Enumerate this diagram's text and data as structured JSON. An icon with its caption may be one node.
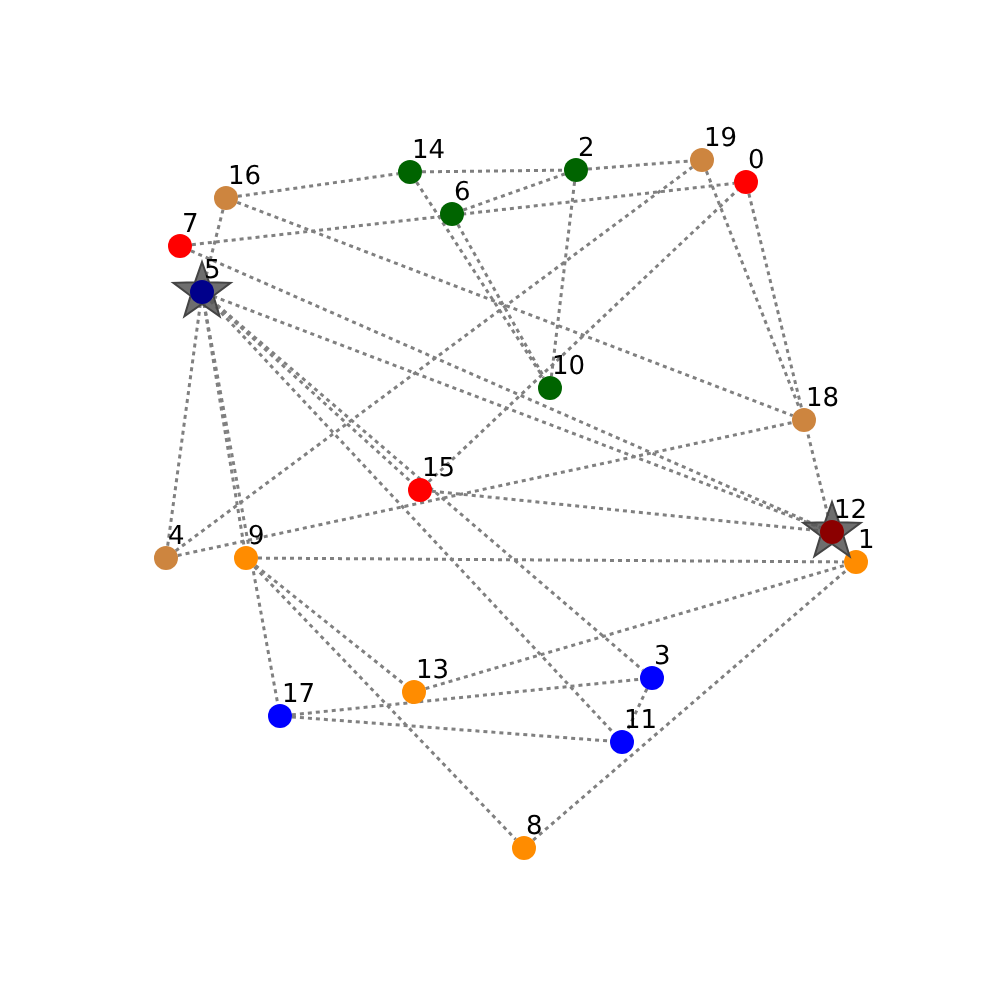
{
  "diagram": {
    "nodes": [
      {
        "text": [
          "0"
        ]
      },
      {
        "text": [
          "1"
        ]
      },
      {
        "text": [
          "2"
        ]
      },
      {
        "text": [
          "3"
        ]
      },
      {
        "text": [
          "4"
        ]
      },
      {
        "text": [
          "5"
        ]
      },
      {
        "text": [
          "6"
        ]
      },
      {
        "text": [
          "7"
        ]
      },
      {
        "text": [
          "8"
        ]
      },
      {
        "text": [
          "9"
        ]
      },
      {
        "text": [
          "10"
        ]
      },
      {
        "text": [
          "11"
        ]
      },
      {
        "text": [
          "12"
        ]
      },
      {
        "text": [
          "13"
        ]
      },
      {
        "text": [
          "14"
        ]
      },
      {
        "text": [
          "15"
        ]
      },
      {
        "text": [
          "16"
        ]
      },
      {
        "text": [
          "17"
        ]
      },
      {
        "text": [
          "18"
        ]
      },
      {
        "text": [
          "19"
        ]
      }
    ],
    "edges": [
      {
        "from": 16,
        "to": 14,
        "arrow": "none",
        "style": "dashed"
      },
      {
        "from": 14,
        "to": 2,
        "arrow": "none",
        "style": "dashed"
      },
      {
        "from": 2,
        "to": 19,
        "arrow": "none",
        "style": "dashed"
      },
      {
        "from": 16,
        "to": 18,
        "arrow": "none",
        "style": "dashed"
      },
      {
        "from": 16,
        "to": 5,
        "arrow": "none",
        "style": "dashed"
      },
      {
        "from": 7,
        "to": 0,
        "arrow": "none",
        "style": "dashed"
      },
      {
        "from": 6,
        "to": 2,
        "arrow": "none",
        "style": "dashed"
      },
      {
        "from": 4,
        "to": 19,
        "arrow": "none",
        "style": "dashed"
      },
      {
        "from": 15,
        "to": 0,
        "arrow": "none",
        "style": "dashed"
      },
      {
        "from": 14,
        "to": 10,
        "arrow": "none",
        "style": "dashed"
      },
      {
        "from": 6,
        "to": 10,
        "arrow": "none",
        "style": "dashed"
      },
      {
        "from": 2,
        "to": 10,
        "arrow": "none",
        "style": "dashed"
      },
      {
        "from": 19,
        "to": 18,
        "arrow": "none",
        "style": "dashed"
      },
      {
        "from": 0,
        "to": 12,
        "arrow": "none",
        "style": "dashed"
      },
      {
        "from": 7,
        "to": 12,
        "arrow": "none",
        "style": "dashed"
      },
      {
        "from": 5,
        "to": 12,
        "arrow": "none",
        "style": "dashed"
      },
      {
        "from": 15,
        "to": 12,
        "arrow": "none",
        "style": "dashed"
      },
      {
        "from": 4,
        "to": 18,
        "arrow": "none",
        "style": "dashed"
      },
      {
        "from": 9,
        "to": 1,
        "arrow": "none",
        "style": "dashed"
      },
      {
        "from": 9,
        "to": 13,
        "arrow": "none",
        "style": "dashed"
      },
      {
        "from": 9,
        "to": 8,
        "arrow": "none",
        "style": "dashed"
      },
      {
        "from": 5,
        "to": 9,
        "arrow": "none",
        "style": "dashed"
      },
      {
        "from": 5,
        "to": 4,
        "arrow": "none",
        "style": "dashed"
      },
      {
        "from": 5,
        "to": 17,
        "arrow": "none",
        "style": "dashed"
      },
      {
        "from": 5,
        "to": 15,
        "arrow": "none",
        "style": "dashed"
      },
      {
        "from": 5,
        "to": 3,
        "arrow": "none",
        "style": "dashed"
      },
      {
        "from": 5,
        "to": 11,
        "arrow": "none",
        "style": "dashed"
      },
      {
        "from": 13,
        "to": 1,
        "arrow": "none",
        "style": "dashed"
      },
      {
        "from": 17,
        "to": 3,
        "arrow": "none",
        "style": "dashed"
      },
      {
        "from": 17,
        "to": 11,
        "arrow": "none",
        "style": "dashed"
      },
      {
        "from": 3,
        "to": 11,
        "arrow": "none",
        "style": "dashed"
      },
      {
        "from": 8,
        "to": 1,
        "arrow": "none",
        "style": "dashed"
      }
    ]
  }
}
